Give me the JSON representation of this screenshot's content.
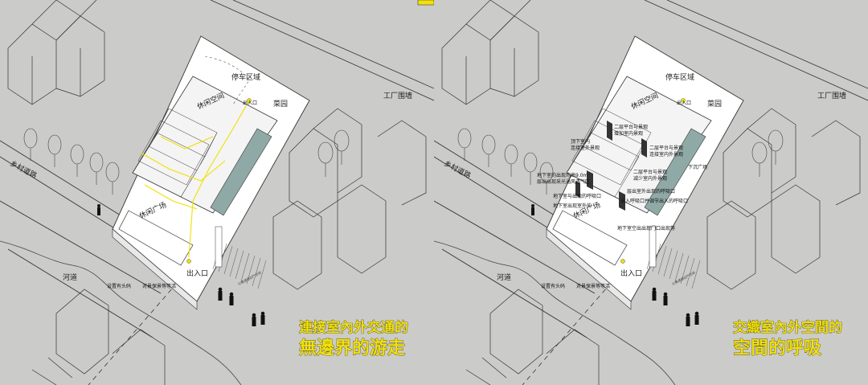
{
  "left": {
    "parking": "停车区域",
    "rest": "休闲空间",
    "garden": "菜园",
    "factory_wall": "工厂围墙",
    "road": "乡村道路",
    "river": "河道",
    "entrance_top": "出入口",
    "entrance_bottom": "出入口",
    "plaza": "休闲广场",
    "dock": "设置有头码",
    "scenery": "对景保景等等活",
    "note_right": "公景透透过产空间",
    "title_line1": "連接室內外交通的",
    "title_line2": "無邊界的游走"
  },
  "right": {
    "parking": "停车区域",
    "rest": "休闲空间",
    "garden": "菜园",
    "factory_wall": "工厂围墙",
    "road": "乡村道路",
    "river": "河道",
    "entrance_top": "出入口",
    "entrance_bottom": "出入口",
    "plaza": "休闲广场",
    "dock": "设置有头码",
    "scenery": "对景保景等等活",
    "note_right": "公景透透过产空间",
    "ann": [
      "二层平台与景观",
      "增加室内景观",
      "顶下室内",
      "连接室外景观",
      "地下室的出现均高9.0m",
      "层出出现采光通风透气区",
      "地下室与出现的呼吸口",
      "地下室出现室外的",
      "二层平台与景观",
      "连接室内外景观",
      "二层平台与景观",
      "减少室内外景观",
      "层出室外出现的呼吸口",
      "出入呼吸口并调节出入的呼吸口",
      "地下室空出出现门口出现等",
      "下沉广场"
    ],
    "title_line1": "交織室內外空間的",
    "title_line2": "空間的呼吸"
  },
  "colors": {
    "background": "#cbcbc9",
    "title_fill": "#f2e10a",
    "path": "#f0e000",
    "line": "#2a2a2a"
  }
}
